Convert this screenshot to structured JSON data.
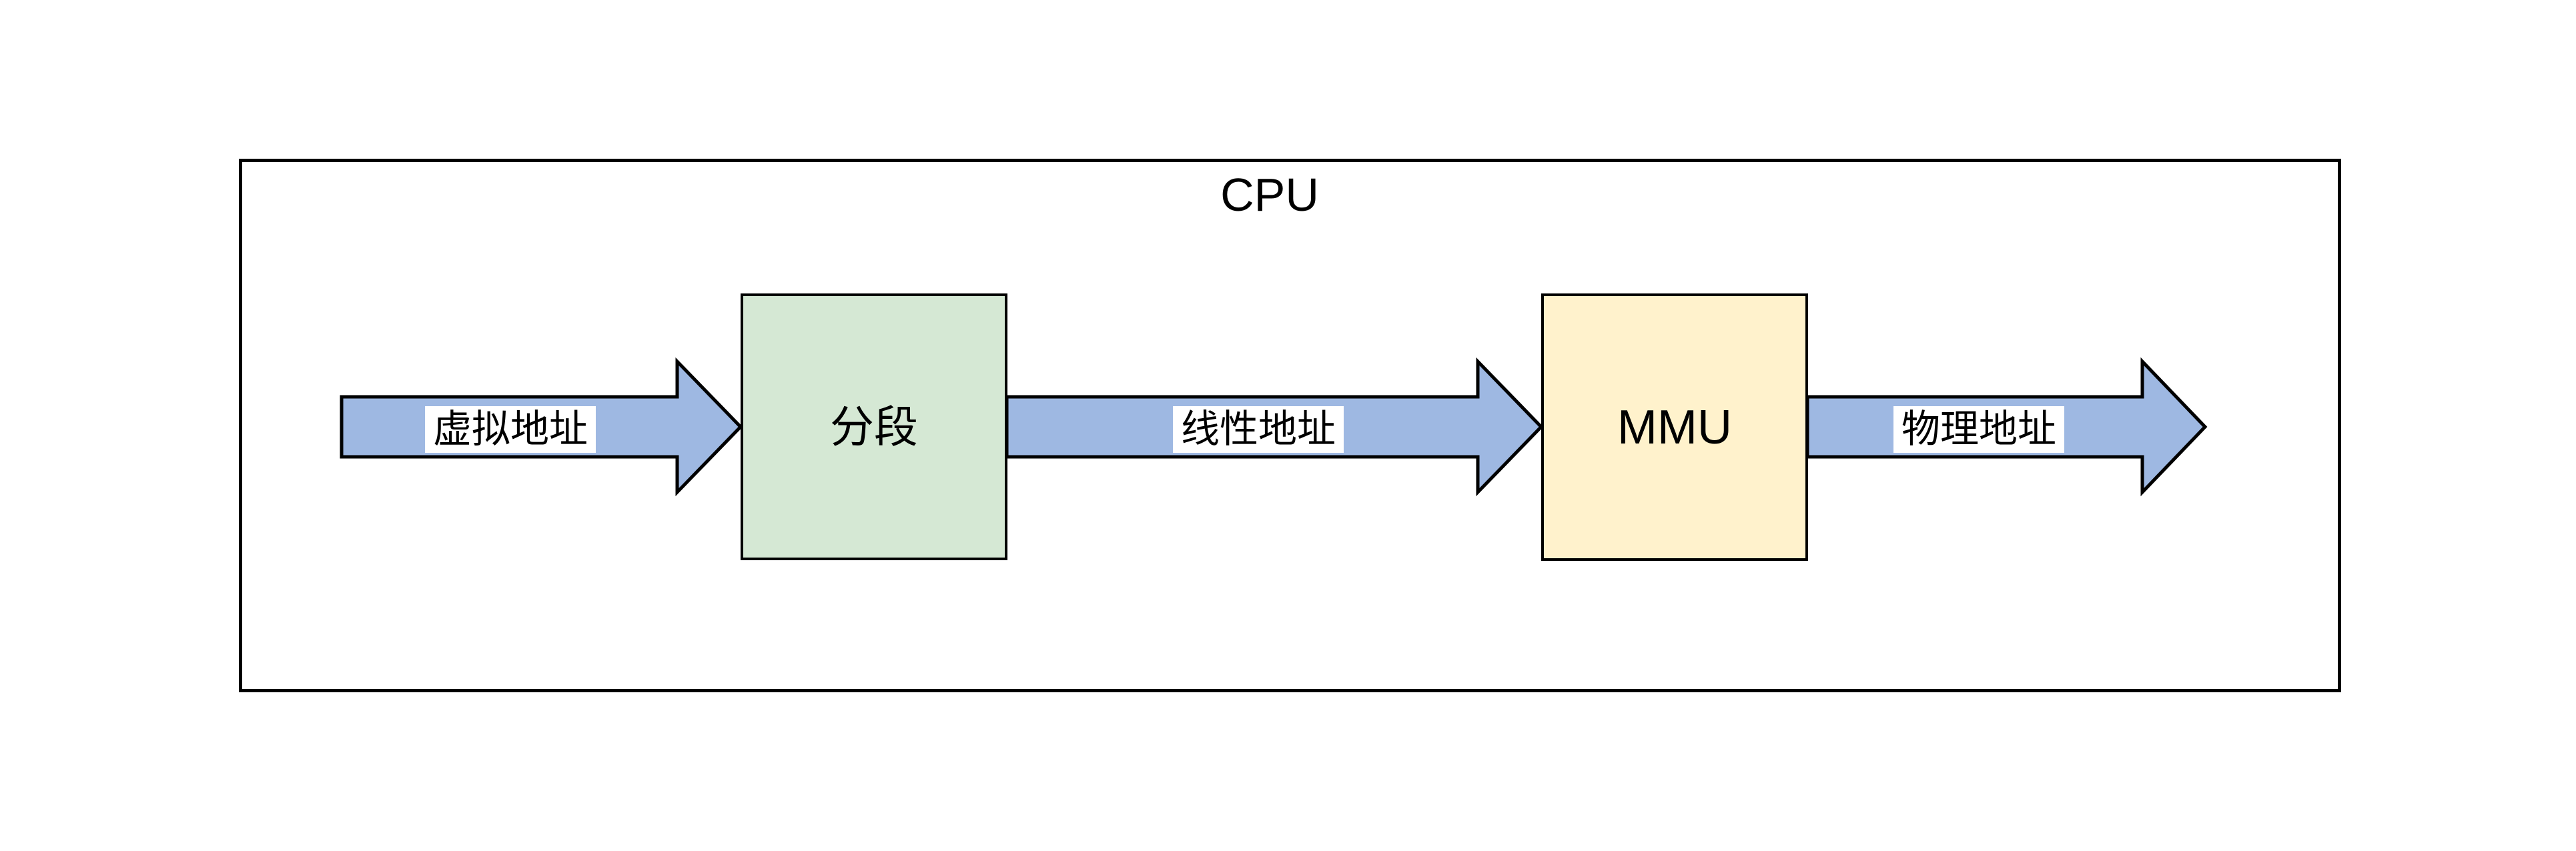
{
  "diagram": {
    "container": {
      "label": "CPU"
    },
    "nodes": [
      {
        "id": "segmentation",
        "label": "分段"
      },
      {
        "id": "mmu",
        "label": "MMU"
      }
    ],
    "arrows": [
      {
        "id": "virtual-address",
        "label": "虚拟地址"
      },
      {
        "id": "linear-address",
        "label": "线性地址"
      },
      {
        "id": "physical-address",
        "label": "物理地址"
      }
    ]
  },
  "colors": {
    "background": "#ffffff",
    "stroke": "#000000",
    "arrow_fill": "#9eb8e2",
    "segmentation_fill": "#d5e8d4",
    "mmu_fill": "#fff2cc",
    "label_background": "#ffffff"
  }
}
